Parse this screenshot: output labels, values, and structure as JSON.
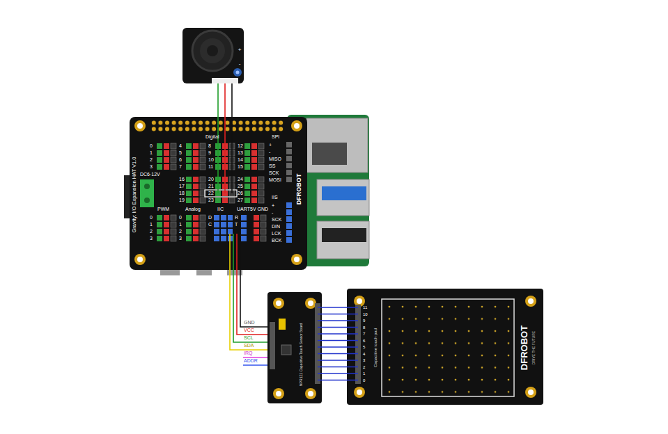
{
  "diagram": {
    "nodes": [
      {
        "text": [
          "+",
          "-"
        ]
      },
      {
        "text": [
          "Gravity: I/O Expansion HAT V1.0"
        ]
      },
      {
        "text": [
          "MPR121 Capacitive Touch Sensor Board"
        ]
      },
      {
        "text": [
          "DFROBOT",
          "DRIVE THE FUTURE",
          "Capacitive touch pad"
        ]
      }
    ],
    "edges": [
      {
        "from": 0,
        "to": 1,
        "arrow": "none"
      },
      {
        "from": 1,
        "to": 2,
        "arrow": "none"
      },
      {
        "from": 2,
        "to": 3,
        "arrow": "none"
      }
    ],
    "labels": [
      "0",
      "1",
      "2",
      "3",
      "4",
      "5",
      "6",
      "7",
      "8",
      "9",
      "10",
      "11",
      "12",
      "13",
      "14",
      "15",
      "16",
      "17",
      "18",
      "19",
      "20",
      "21",
      "22",
      "23",
      "24",
      "25",
      "26",
      "27",
      "Digital",
      "SPI",
      "+",
      "-",
      "MISO",
      "SS",
      "SCK",
      "MOSI",
      "DC6-12V",
      "PWM",
      "Analog",
      "IIC",
      "UART",
      "5V GND",
      "D",
      "C",
      "R",
      "T",
      "IIS",
      "+",
      "-",
      "SCK",
      "DIN",
      "LCK",
      "BCK",
      "DFROBOT",
      "GND",
      "VCC",
      "SCL",
      "SDA",
      "IRQ",
      "ADDR",
      "11",
      "10",
      "9",
      "8",
      "7",
      "6",
      "5",
      "4",
      "3",
      "2",
      "1",
      "0",
      "0",
      "1",
      "2",
      "3",
      "0",
      "1",
      "2",
      "3"
    ]
  }
}
